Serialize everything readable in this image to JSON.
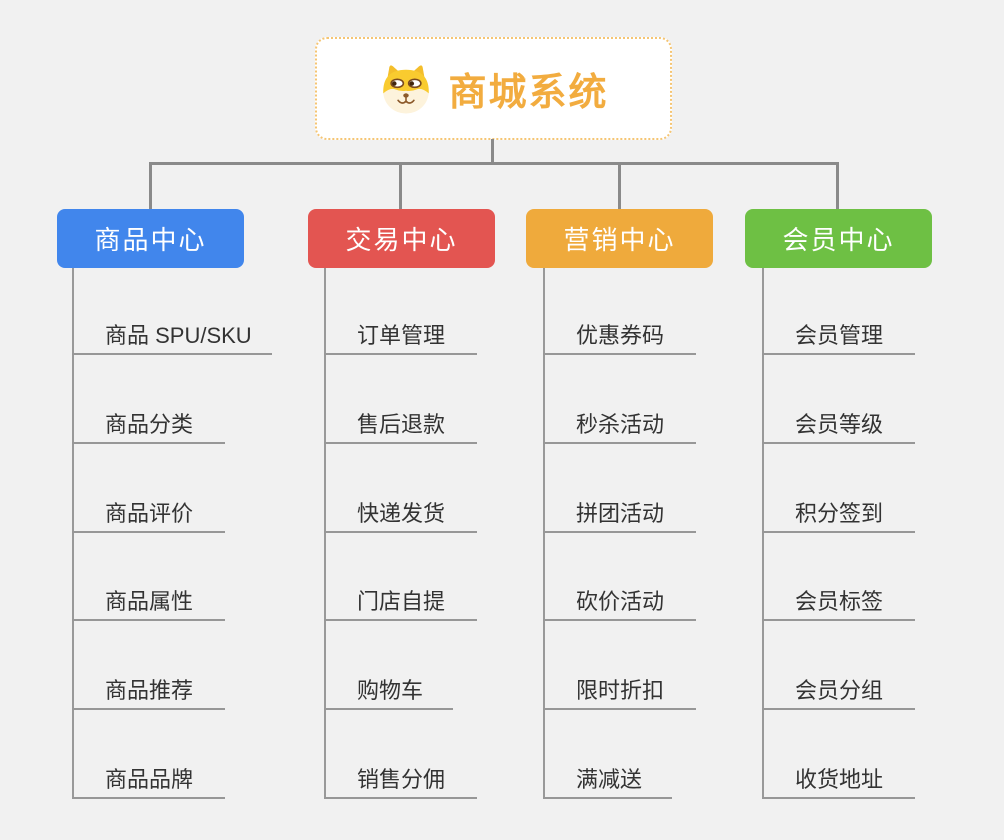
{
  "page": {
    "background_color": "#f1f1f1",
    "connector_color": "#8a8a8a",
    "subline_color": "#999999",
    "subtext_color": "#333333"
  },
  "root": {
    "title": "商城系统",
    "icon": "dog-face-icon",
    "title_color": "#f2ac3f",
    "border_color": "#f5c573"
  },
  "branches": [
    {
      "label": "商品中心",
      "color": "#4186ec",
      "children": [
        "商品 SPU/SKU",
        "商品分类",
        "商品评价",
        "商品属性",
        "商品推荐",
        "商品品牌"
      ]
    },
    {
      "label": "交易中心",
      "color": "#e35551",
      "children": [
        "订单管理",
        "售后退款",
        "快递发货",
        "门店自提",
        "购物车",
        "销售分佣"
      ]
    },
    {
      "label": "营销中心",
      "color": "#efaa3c",
      "children": [
        "优惠券码",
        "秒杀活动",
        "拼团活动",
        "砍价活动",
        "限时折扣",
        "满减送"
      ]
    },
    {
      "label": "会员中心",
      "color": "#6ec044",
      "children": [
        "会员管理",
        "会员等级",
        "积分签到",
        "会员标签",
        "会员分组",
        "收货地址"
      ]
    }
  ]
}
